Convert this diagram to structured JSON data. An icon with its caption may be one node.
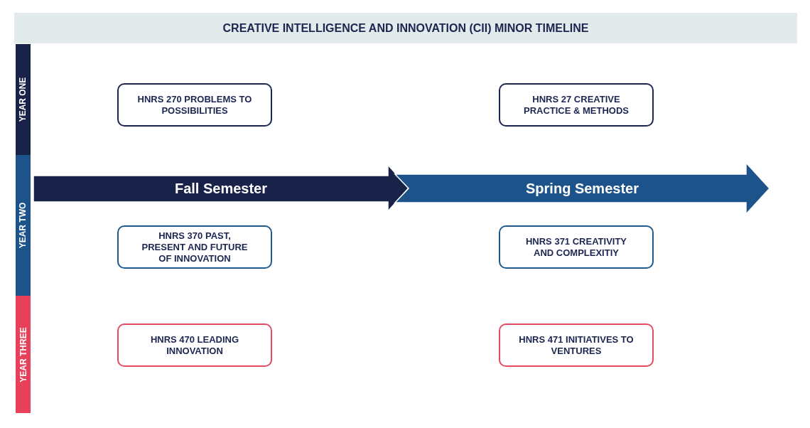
{
  "diagram": {
    "title": "CREATIVE INTELLIGENCE AND INNOVATION (CII) MINOR TIMELINE",
    "nodes": [
      {
        "text": [
          "YEAR ONE"
        ]
      },
      {
        "text": [
          "HNRS 270 PROBLEMS TO POSSIBILITIES"
        ]
      },
      {
        "text": [
          "HNRS 27 CREATIVE PRACTICE & METHODS"
        ]
      },
      {
        "text": [
          "YEAR TWO"
        ]
      },
      {
        "text": [
          "Fall Semester"
        ]
      },
      {
        "text": [
          "Spring Semester"
        ]
      },
      {
        "text": [
          "HNRS 370 PAST, PRESENT AND FUTURE OF INNOVATION"
        ]
      },
      {
        "text": [
          "HNRS 371 CREATIVITY AND COMPLEXITIY"
        ]
      },
      {
        "text": [
          "YEAR THREE"
        ]
      },
      {
        "text": [
          "HNRS 470 LEADING INNOVATION"
        ]
      },
      {
        "text": [
          "HNRS 471 INITIATIVES TO VENTURES"
        ]
      }
    ]
  }
}
